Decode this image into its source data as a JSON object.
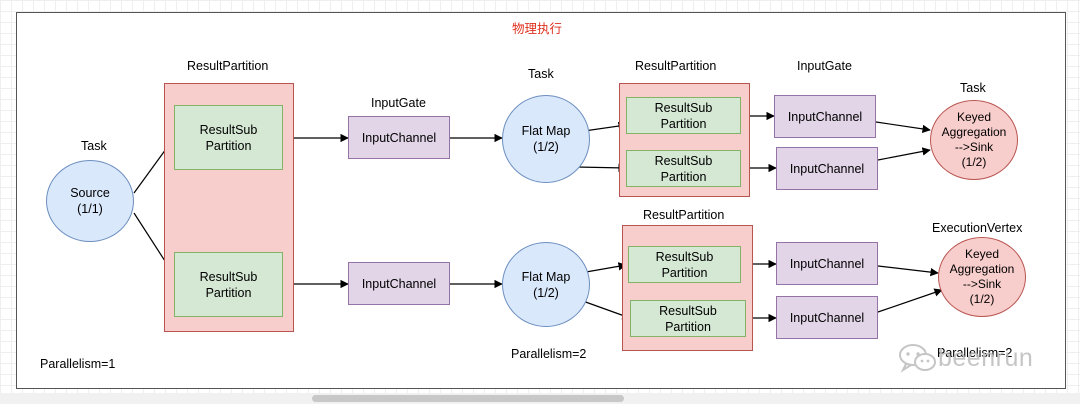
{
  "title": "物理执行",
  "labels": {
    "task_source": "Task",
    "rp_left": "ResultPartition",
    "inputgate_mid": "InputGate",
    "task_flatmap": "Task",
    "rp_right_top": "ResultPartition",
    "inputgate_right": "InputGate",
    "task_sink": "Task",
    "rp_right_bottom": "ResultPartition",
    "execution_vertex": "ExecutionVertex",
    "parallelism_1": "Parallelism=1",
    "parallelism_2_mid": "Parallelism=2",
    "parallelism_2_right": "Parallelism=2"
  },
  "nodes": {
    "source": "Source\n(1/1)",
    "rsp_left_top": "ResultSub\nPartition",
    "rsp_left_bottom": "ResultSub\nPartition",
    "ic_mid_top": "InputChannel",
    "ic_mid_bottom": "InputChannel",
    "flatmap_top": "Flat Map\n(1/2)",
    "flatmap_bottom": "Flat Map\n(1/2)",
    "rsp_rt_1": "ResultSub\nPartition",
    "rsp_rt_2": "ResultSub\nPartition",
    "rsp_rb_1": "ResultSub\nPartition",
    "rsp_rb_2": "ResultSub\nPartition",
    "ic_r_1": "InputChannel",
    "ic_r_2": "InputChannel",
    "ic_r_3": "InputChannel",
    "ic_r_4": "InputChannel",
    "sink_top": "Keyed\nAggregation\n-->Sink\n(1/2)",
    "sink_bottom": "Keyed\nAggregation\n-->Sink\n(1/2)"
  },
  "watermark": {
    "icon": "wechat-icon",
    "text": "beenrun"
  },
  "colors": {
    "title": "#e0301e",
    "result_partition_fill": "#f8cecc",
    "result_subpartition_fill": "#d5e8d4",
    "input_channel_fill": "#e1d5e7",
    "task_fill": "#dae8fc",
    "sink_fill": "#f8cecc"
  }
}
